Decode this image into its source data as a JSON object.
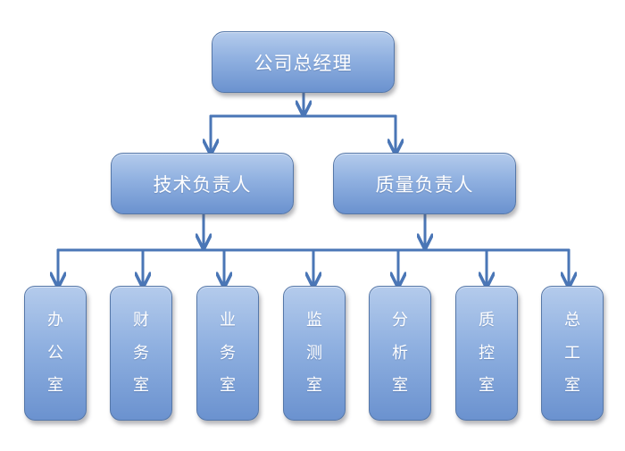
{
  "colors": {
    "box_fill_top": "#b4cbec",
    "box_fill_bottom": "#6b92cf",
    "box_border": "#5577a8",
    "connector": "#4a76b6",
    "text": "#ffffff"
  },
  "root": {
    "label": "公司总经理"
  },
  "managers": [
    {
      "label": "技术负责人"
    },
    {
      "label": "质量负责人"
    }
  ],
  "departments": [
    {
      "chars": [
        "办",
        "公",
        "室"
      ]
    },
    {
      "chars": [
        "财",
        "务",
        "室"
      ]
    },
    {
      "chars": [
        "业",
        "务",
        "室"
      ]
    },
    {
      "chars": [
        "监",
        "测",
        "室"
      ]
    },
    {
      "chars": [
        "分",
        "析",
        "室"
      ]
    },
    {
      "chars": [
        "质",
        "控",
        "室"
      ]
    },
    {
      "chars": [
        "总",
        "工",
        "室"
      ]
    }
  ]
}
